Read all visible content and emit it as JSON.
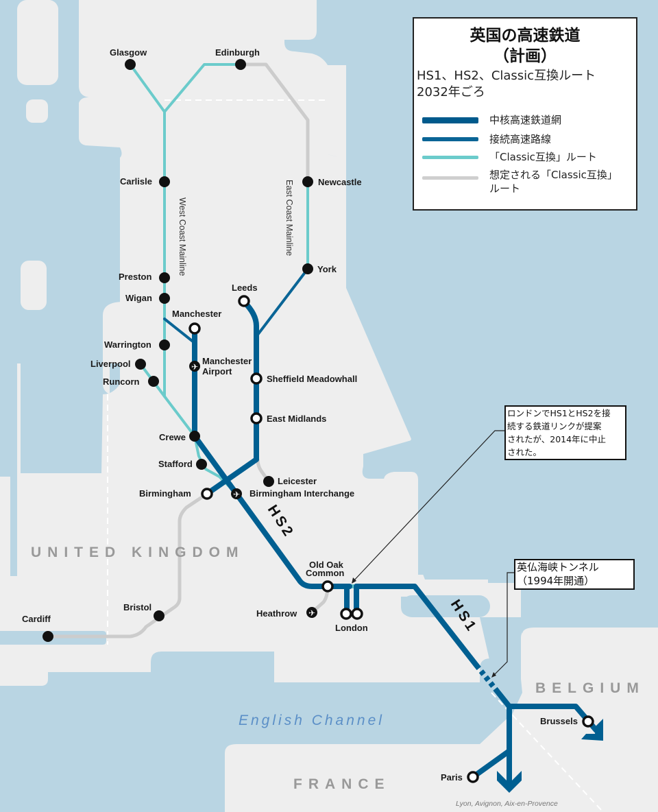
{
  "legend": {
    "title_line1": "英国の高速鉄道",
    "title_line2": "（計画）",
    "subtitle_line1": "HS1、HS2、Classic互換ルート",
    "subtitle_line2": "2032年ごろ",
    "items": [
      {
        "label": "中核高速鉄道網",
        "color": "#005a8c"
      },
      {
        "label": "接続高速路線",
        "color": "#0a6596"
      },
      {
        "label": "「Classic互換」ルート",
        "color": "#6bcbcb"
      },
      {
        "label_line1": "想定される「Classic互換」",
        "label_line2": "ルート",
        "color": "#cfcfcf"
      }
    ]
  },
  "colors": {
    "sea": "#b9d5e3",
    "land": "#eeeeee",
    "core_hs": "#005f91",
    "connect_hs": "#0a6596",
    "classic": "#6bcbcb",
    "proposed_classic": "#cccccc"
  },
  "stations": {
    "glasgow": "Glasgow",
    "edinburgh": "Edinburgh",
    "carlisle": "Carlisle",
    "newcastle": "Newcastle",
    "york": "York",
    "preston": "Preston",
    "wigan": "Wigan",
    "leeds": "Leeds",
    "manchester": "Manchester",
    "warrington": "Warrington",
    "liverpool": "Liverpool",
    "manchester_airport_1": "Manchester",
    "manchester_airport_2": "Airport",
    "runcorn": "Runcorn",
    "sheffield": "Sheffield Meadowhall",
    "east_midlands": "East Midlands",
    "crewe": "Crewe",
    "stafford": "Stafford",
    "leicester": "Leicester",
    "birmingham": "Birmingham",
    "birmingham_interchange": "Birmingham Interchange",
    "old_oak_1": "Old Oak",
    "old_oak_2": "Common",
    "heathrow": "Heathrow",
    "london": "London",
    "bristol": "Bristol",
    "cardiff": "Cardiff",
    "brussels": "Brussels",
    "paris": "Paris"
  },
  "line_names": {
    "west_coast": "West Coast Mainline",
    "east_coast": "East Coast Mainline",
    "hs2": "HS2",
    "hs1": "HS1"
  },
  "regions": {
    "uk": "UNITED KINGDOM",
    "belgium": "BELGIUM",
    "france": "FRANCE",
    "channel": "English Channel"
  },
  "destinations": "Lyon, Avignon, Aix-en-Provence",
  "notes": {
    "link_line1": "ロンドンでHS1とHS2を接",
    "link_line2": "続する鉄道リンクが提案",
    "link_line3": "されたが、2014年に中止",
    "link_line4": "された。",
    "tunnel_line1": "英仏海峡トンネル",
    "tunnel_line2": "（1994年開通）"
  }
}
